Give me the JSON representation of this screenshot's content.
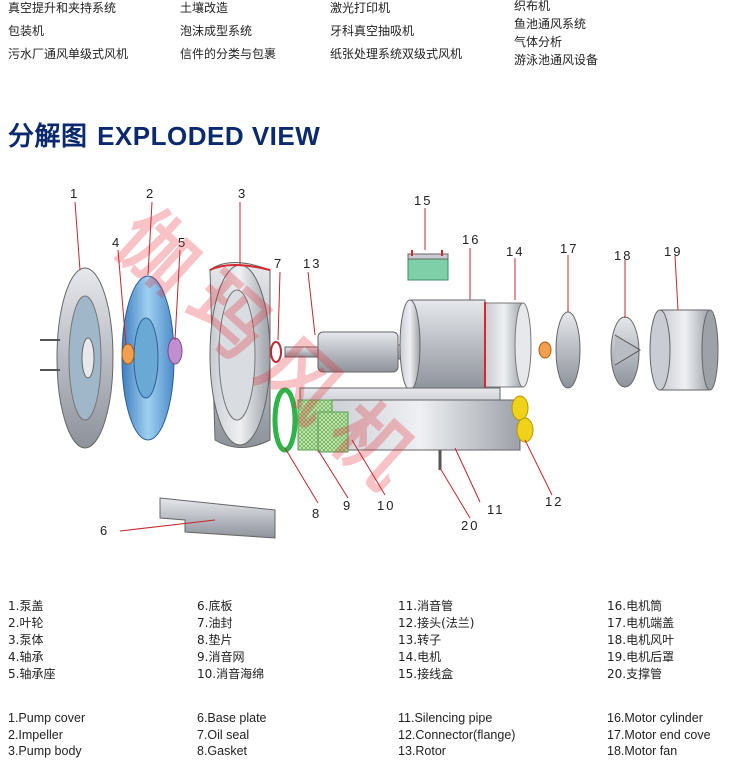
{
  "applications": [
    [
      "真空提升和夹持系统",
      "包装机",
      "污水厂通风单级式风机"
    ],
    [
      "土壤改造",
      "泡沫成型系统",
      "信件的分类与包裹"
    ],
    [
      "激光打印机",
      "牙科真空抽吸机",
      "纸张处理系统双级式风机"
    ],
    [
      "织布机",
      "鱼池通风系统",
      "气体分析",
      "游泳池通风设备"
    ]
  ],
  "title": {
    "cn": "分解图",
    "en": "EXPLODED VIEW"
  },
  "watermark": "伽玛风机",
  "part_numbers": [
    "1",
    "2",
    "3",
    "4",
    "5",
    "6",
    "7",
    "8",
    "9",
    "10",
    "11",
    "12",
    "13",
    "14",
    "15",
    "16",
    "17",
    "18",
    "19",
    "20"
  ],
  "legend_cn": [
    [
      "1.泵盖",
      "2.叶轮",
      "3.泵体",
      "4.轴承",
      "5.轴承座"
    ],
    [
      "6.底板",
      "7.油封",
      "8.垫片",
      "9.消音网",
      "10.消音海绵"
    ],
    [
      "11.消音管",
      "12.接头(法兰)",
      "13.转子",
      "14.电机",
      "15.接线盒"
    ],
    [
      "16.电机筒",
      "17.电机端盖",
      "18.电机风叶",
      "19.电机后罩",
      "20.支撑管"
    ]
  ],
  "legend_en": [
    [
      "1.Pump cover",
      "2.Impeller",
      "3.Pump body"
    ],
    [
      "6.Base plate",
      "7.Oil seal",
      "8.Gasket"
    ],
    [
      "11.Silencing pipe",
      "12.Connector(flange)",
      "13.Rotor"
    ],
    [
      "16.Motor cylinder",
      "17.Motor end cove",
      "18.Motor fan"
    ]
  ],
  "colors": {
    "title": "#0b2a6e",
    "watermark": "#e62832",
    "impeller": "#6aa9d6",
    "gasket": "#2fb34a",
    "connector": "#f1d21a",
    "junction_box": "#7fd0a8"
  }
}
